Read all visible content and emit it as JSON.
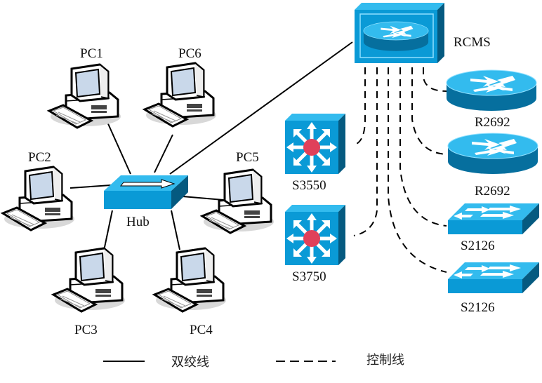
{
  "diagram": {
    "hub": {
      "label": "Hub"
    },
    "pcs": [
      {
        "id": "pc1",
        "label": "PC1"
      },
      {
        "id": "pc6",
        "label": "PC6"
      },
      {
        "id": "pc2",
        "label": "PC2"
      },
      {
        "id": "pc5",
        "label": "PC5"
      },
      {
        "id": "pc3",
        "label": "PC3"
      },
      {
        "id": "pc4",
        "label": "PC4"
      }
    ],
    "rcms": {
      "label": "RCMS"
    },
    "routers": [
      {
        "id": "r1",
        "label": "R2692"
      },
      {
        "id": "r2",
        "label": "R2692"
      }
    ],
    "l3_switches": [
      {
        "id": "s3550",
        "label": "S3550"
      },
      {
        "id": "s3750",
        "label": "S3750"
      }
    ],
    "l2_switches": [
      {
        "id": "s2126a",
        "label": "S2126"
      },
      {
        "id": "s2126b",
        "label": "S2126"
      }
    ],
    "legend": {
      "solid_label": "双绞线",
      "dashed_label": "控制线"
    },
    "colors": {
      "device_top": "#33bbee",
      "device_front": "#0a9ad6",
      "device_side": "#055a80",
      "core_dot": "#e0405a"
    }
  }
}
